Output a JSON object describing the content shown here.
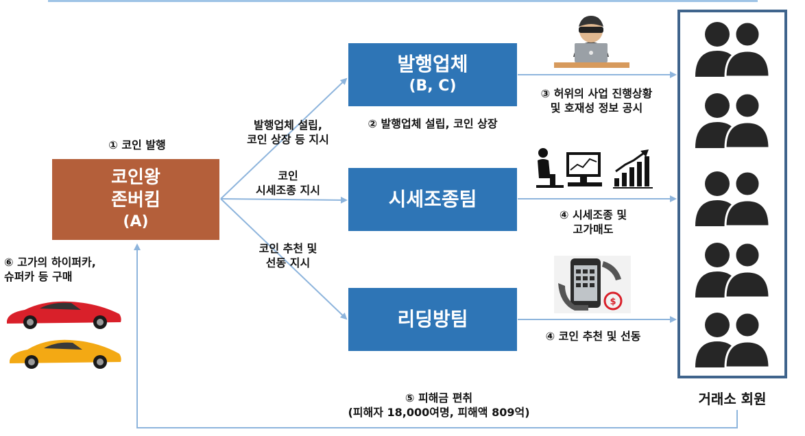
{
  "kingpin": {
    "title": "코인왕\n존버킴",
    "code": "(A)",
    "step_label": "① 코인 발행"
  },
  "issuer": {
    "title": "발행업체",
    "code": "(B, C)"
  },
  "manipulation": {
    "title": "시세조종팀"
  },
  "reading": {
    "title": "리딩방팀"
  },
  "instructions": {
    "to_issuer": "발행업체 설립,\n코인 상장 등 지시",
    "to_manipulation": "코인\n시세조종 지시",
    "to_reading": "코인 추천 및\n선동 지시"
  },
  "steps": {
    "issuer_setup": "② 발행업체 설립, 코인 상장",
    "false_info": "③ 허위의 사업 진행상황\n및 호재성 정보 공시",
    "manipulate_sell": "④ 시세조종 및\n고가매도",
    "recommend": "④ 코인 추천 및 선동",
    "theft": "⑤ 피해금 편취\n(피해자 18,000여명, 피해액 809억)",
    "purchase": "⑥ 고가의 하이퍼카,\n슈퍼카 등 구매"
  },
  "members": {
    "label": "거래소 회원",
    "count": 5
  },
  "colors": {
    "blue_box": "#2e75b6",
    "brown_box": "#b45f3a",
    "arrow": "#8db4dc",
    "member_border": "#3f648c",
    "person": "#262626"
  }
}
